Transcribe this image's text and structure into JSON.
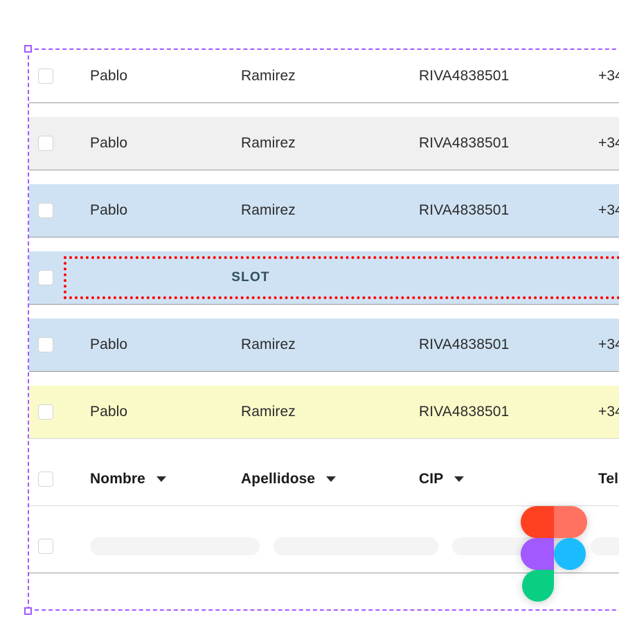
{
  "app": {
    "tool": "figma",
    "selection_color": "#A259FF",
    "slot_border_color": "#FF0000"
  },
  "table": {
    "columns": [
      {
        "key": "nombre",
        "label": "Nombre",
        "sort_icon": "chevron-down-icon"
      },
      {
        "key": "apellido",
        "label": "Apellidose",
        "sort_icon": "chevron-down-icon"
      },
      {
        "key": "cip",
        "label": "CIP",
        "sort_icon": "chevron-down-icon"
      },
      {
        "key": "telefono",
        "label": "Tel",
        "sort_icon": "chevron-down-icon"
      }
    ],
    "rows": [
      {
        "variant": "default",
        "bg": "#FFFFFF",
        "nombre": "Pablo",
        "apellido": "Ramirez",
        "cip": "RIVA4838501",
        "telefono": "+34"
      },
      {
        "variant": "hover",
        "bg": "#F0F0F0",
        "nombre": "Pablo",
        "apellido": "Ramirez",
        "cip": "RIVA4838501",
        "telefono": "+34"
      },
      {
        "variant": "selected",
        "bg": "#CFE2F3",
        "nombre": "Pablo",
        "apellido": "Ramirez",
        "cip": "RIVA4838501",
        "telefono": "+34"
      },
      {
        "variant": "slot",
        "bg": "#CFE2F3",
        "slot_label": "SLOT"
      },
      {
        "variant": "selected",
        "bg": "#CFE2F3",
        "nombre": "Pablo",
        "apellido": "Ramirez",
        "cip": "RIVA4838501",
        "telefono": "+34"
      },
      {
        "variant": "warning",
        "bg": "#FAFAC8",
        "nombre": "Pablo",
        "apellido": "Ramirez",
        "cip": "RIVA4838501",
        "telefono": "+34"
      }
    ],
    "skeleton_row": {
      "variant": "loading",
      "bg": "#FFFFFF"
    }
  },
  "figma_logo": {
    "name": "figma-logo",
    "colors": {
      "orange_dark": "#FF4122",
      "orange_light": "#FF7262",
      "purple": "#A259FF",
      "blue": "#1ABCFE",
      "green": "#0ACF83"
    }
  }
}
